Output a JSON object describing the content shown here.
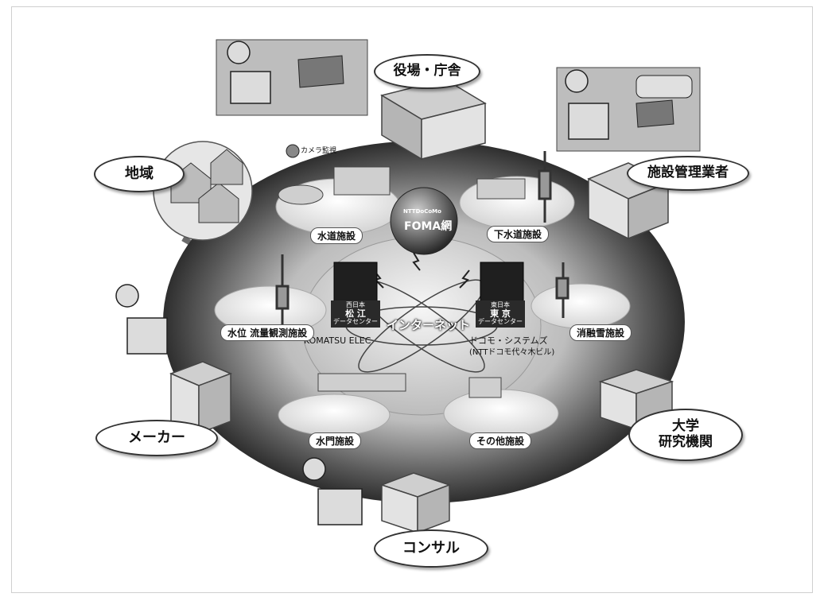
{
  "center_network": {
    "brand": "NTTDoCoMo",
    "name": "FOMA網"
  },
  "internet": "インターネット",
  "stakeholders": {
    "town_office": "役場・庁舎",
    "facility_manager": "施設管理業者",
    "region": "地域",
    "maker": "メーカー",
    "university": "大学\n研究機関",
    "consultant": "コンサル"
  },
  "facilities": {
    "water_supply": "水道施設",
    "sewer": "下水道施設",
    "water_level": "水位 流量観測施設",
    "snow_melting": "消融雪施設",
    "water_gate": "水門施設",
    "other": "その他施設",
    "camera": "カメラ監視"
  },
  "data_centers": {
    "left": {
      "region": "西日本",
      "city": "松 江",
      "type": "データセンター",
      "operator": "KOMATSU ELEC"
    },
    "right": {
      "region": "東日本",
      "city": "東 京",
      "type": "データセンター",
      "operator": "ドコモ・システムズ",
      "operator_sub": "(NTTドコモ代々木ビル)"
    }
  },
  "colors": {
    "ring_dark": "#3c3c3c",
    "ring_light": "#d8d8d8",
    "inner": "#f0f0f0"
  }
}
